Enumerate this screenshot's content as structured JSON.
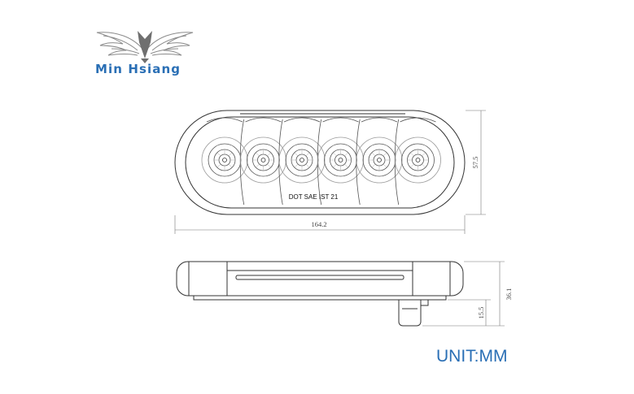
{
  "brand": {
    "name": "Min Hsiang",
    "color": "#2a6fb5",
    "logo_icon": "winged-crest-logo"
  },
  "drawing": {
    "lamp_marking": "DOT SAE IST 21",
    "dimensions": {
      "width": "164.2",
      "height": "57.5",
      "depth_total": "36.1",
      "depth_connector": "15.5"
    },
    "lens_count": 6,
    "line_color": "#333333",
    "dim_color": "#666666"
  },
  "unit_label": "UNIT:MM",
  "unit_color": "#2a6fb5"
}
